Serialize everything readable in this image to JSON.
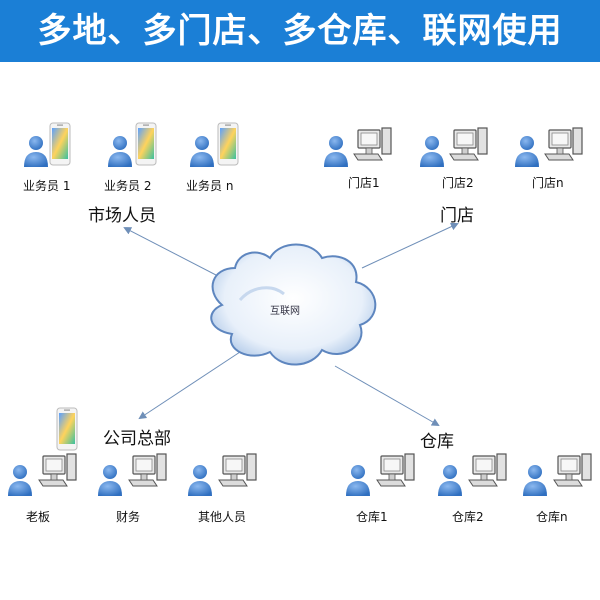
{
  "banner": {
    "title": "多地、多门店、多仓库、联网使用"
  },
  "cloud": {
    "label": "互联网"
  },
  "groups": {
    "market": {
      "title": "市场人员",
      "members": [
        "业务员 1",
        "业务员 2",
        "业务员 n"
      ]
    },
    "stores": {
      "title": "门店",
      "members": [
        "门店1",
        "门店2",
        "门店n"
      ]
    },
    "hq": {
      "title": "公司总部",
      "members": [
        "老板",
        "财务",
        "其他人员"
      ]
    },
    "warehouse": {
      "title": "仓库",
      "members": [
        "仓库1",
        "仓库2",
        "仓库n"
      ]
    }
  },
  "colors": {
    "banner": "#1b7fd6",
    "arrow": "#6f8fb8",
    "person": "#3a78c6",
    "cloud": "#b9cfe8"
  }
}
